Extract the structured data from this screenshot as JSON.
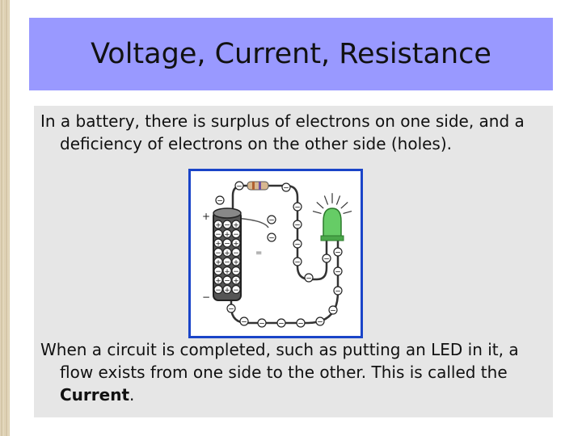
{
  "slide": {
    "title": "Voltage, Current, Resistance",
    "paragraph1": "In a battery, there is surplus of electrons on one side, and a deficiency of electrons on the other side (holes).",
    "paragraph2_before": "When a circuit is completed, such as putting an LED in it, a flow exists from one side to the other.  This is called the ",
    "paragraph2_bold": "Current",
    "paragraph2_after": "."
  },
  "figure": {
    "image_label": "battery-led-circuit-diagram",
    "battery_plus": "+",
    "battery_minus": "−",
    "electron_symbol": "−",
    "hole_symbol": "+",
    "equals_symbol": "=",
    "colors": {
      "border": "#1a44c8",
      "led": "#66cc66",
      "resistor": "#d8b890"
    }
  }
}
